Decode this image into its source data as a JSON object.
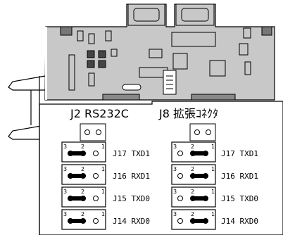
{
  "headers": {
    "left": "J2 RS232C",
    "right": "J8 拡張ｺﾈｸﾀ"
  },
  "pin_numbers": {
    "three": "3",
    "two": "2",
    "one": "1"
  },
  "left_rows": [
    {
      "label": "J17 TXD1"
    },
    {
      "label": "J16 RXD1"
    },
    {
      "label": "J15 TXD0"
    },
    {
      "label": "J14 RXD0"
    }
  ],
  "right_rows": [
    {
      "label": "J17 TXD1"
    },
    {
      "label": "J16 RXD1"
    },
    {
      "label": "J15 TXD0"
    },
    {
      "label": "J14 RXD0"
    }
  ],
  "colors": {
    "board": "#c8c8c8",
    "outline": "#000000",
    "detail_bg": "#ffffff",
    "jumper": "#000000"
  }
}
